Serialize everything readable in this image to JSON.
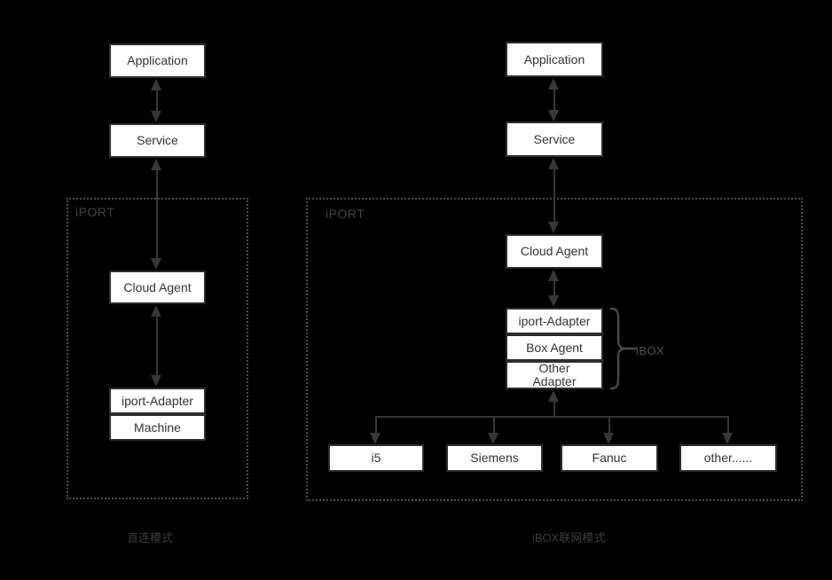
{
  "colors": {
    "background": "#000000",
    "box_fill": "#ffffff",
    "box_border": "#2d2d2d",
    "box_text": "#333333",
    "connector": "#373737",
    "dotted_region_border": "#4d4d4d",
    "muted_label": "#434343"
  },
  "left_diagram": {
    "region_label": "iPORT",
    "caption": "直连模式",
    "nodes": {
      "application": "Application",
      "service": "Service",
      "cloud_agent": "Cloud Agent",
      "iport_adapter": "iport-Adapter",
      "machine": "Machine"
    }
  },
  "right_diagram": {
    "region_label": "iPORT",
    "caption": "iBOX联网模式",
    "brace_label": "iBOX",
    "nodes": {
      "application": "Application",
      "service": "Service",
      "cloud_agent": "Cloud Agent",
      "iport_adapter": "iport-Adapter",
      "box_agent": "Box Agent",
      "other_adapter": "Other\nAdapter",
      "machines": [
        "i5",
        "Siemens",
        "Fanuc",
        "other......"
      ]
    }
  }
}
